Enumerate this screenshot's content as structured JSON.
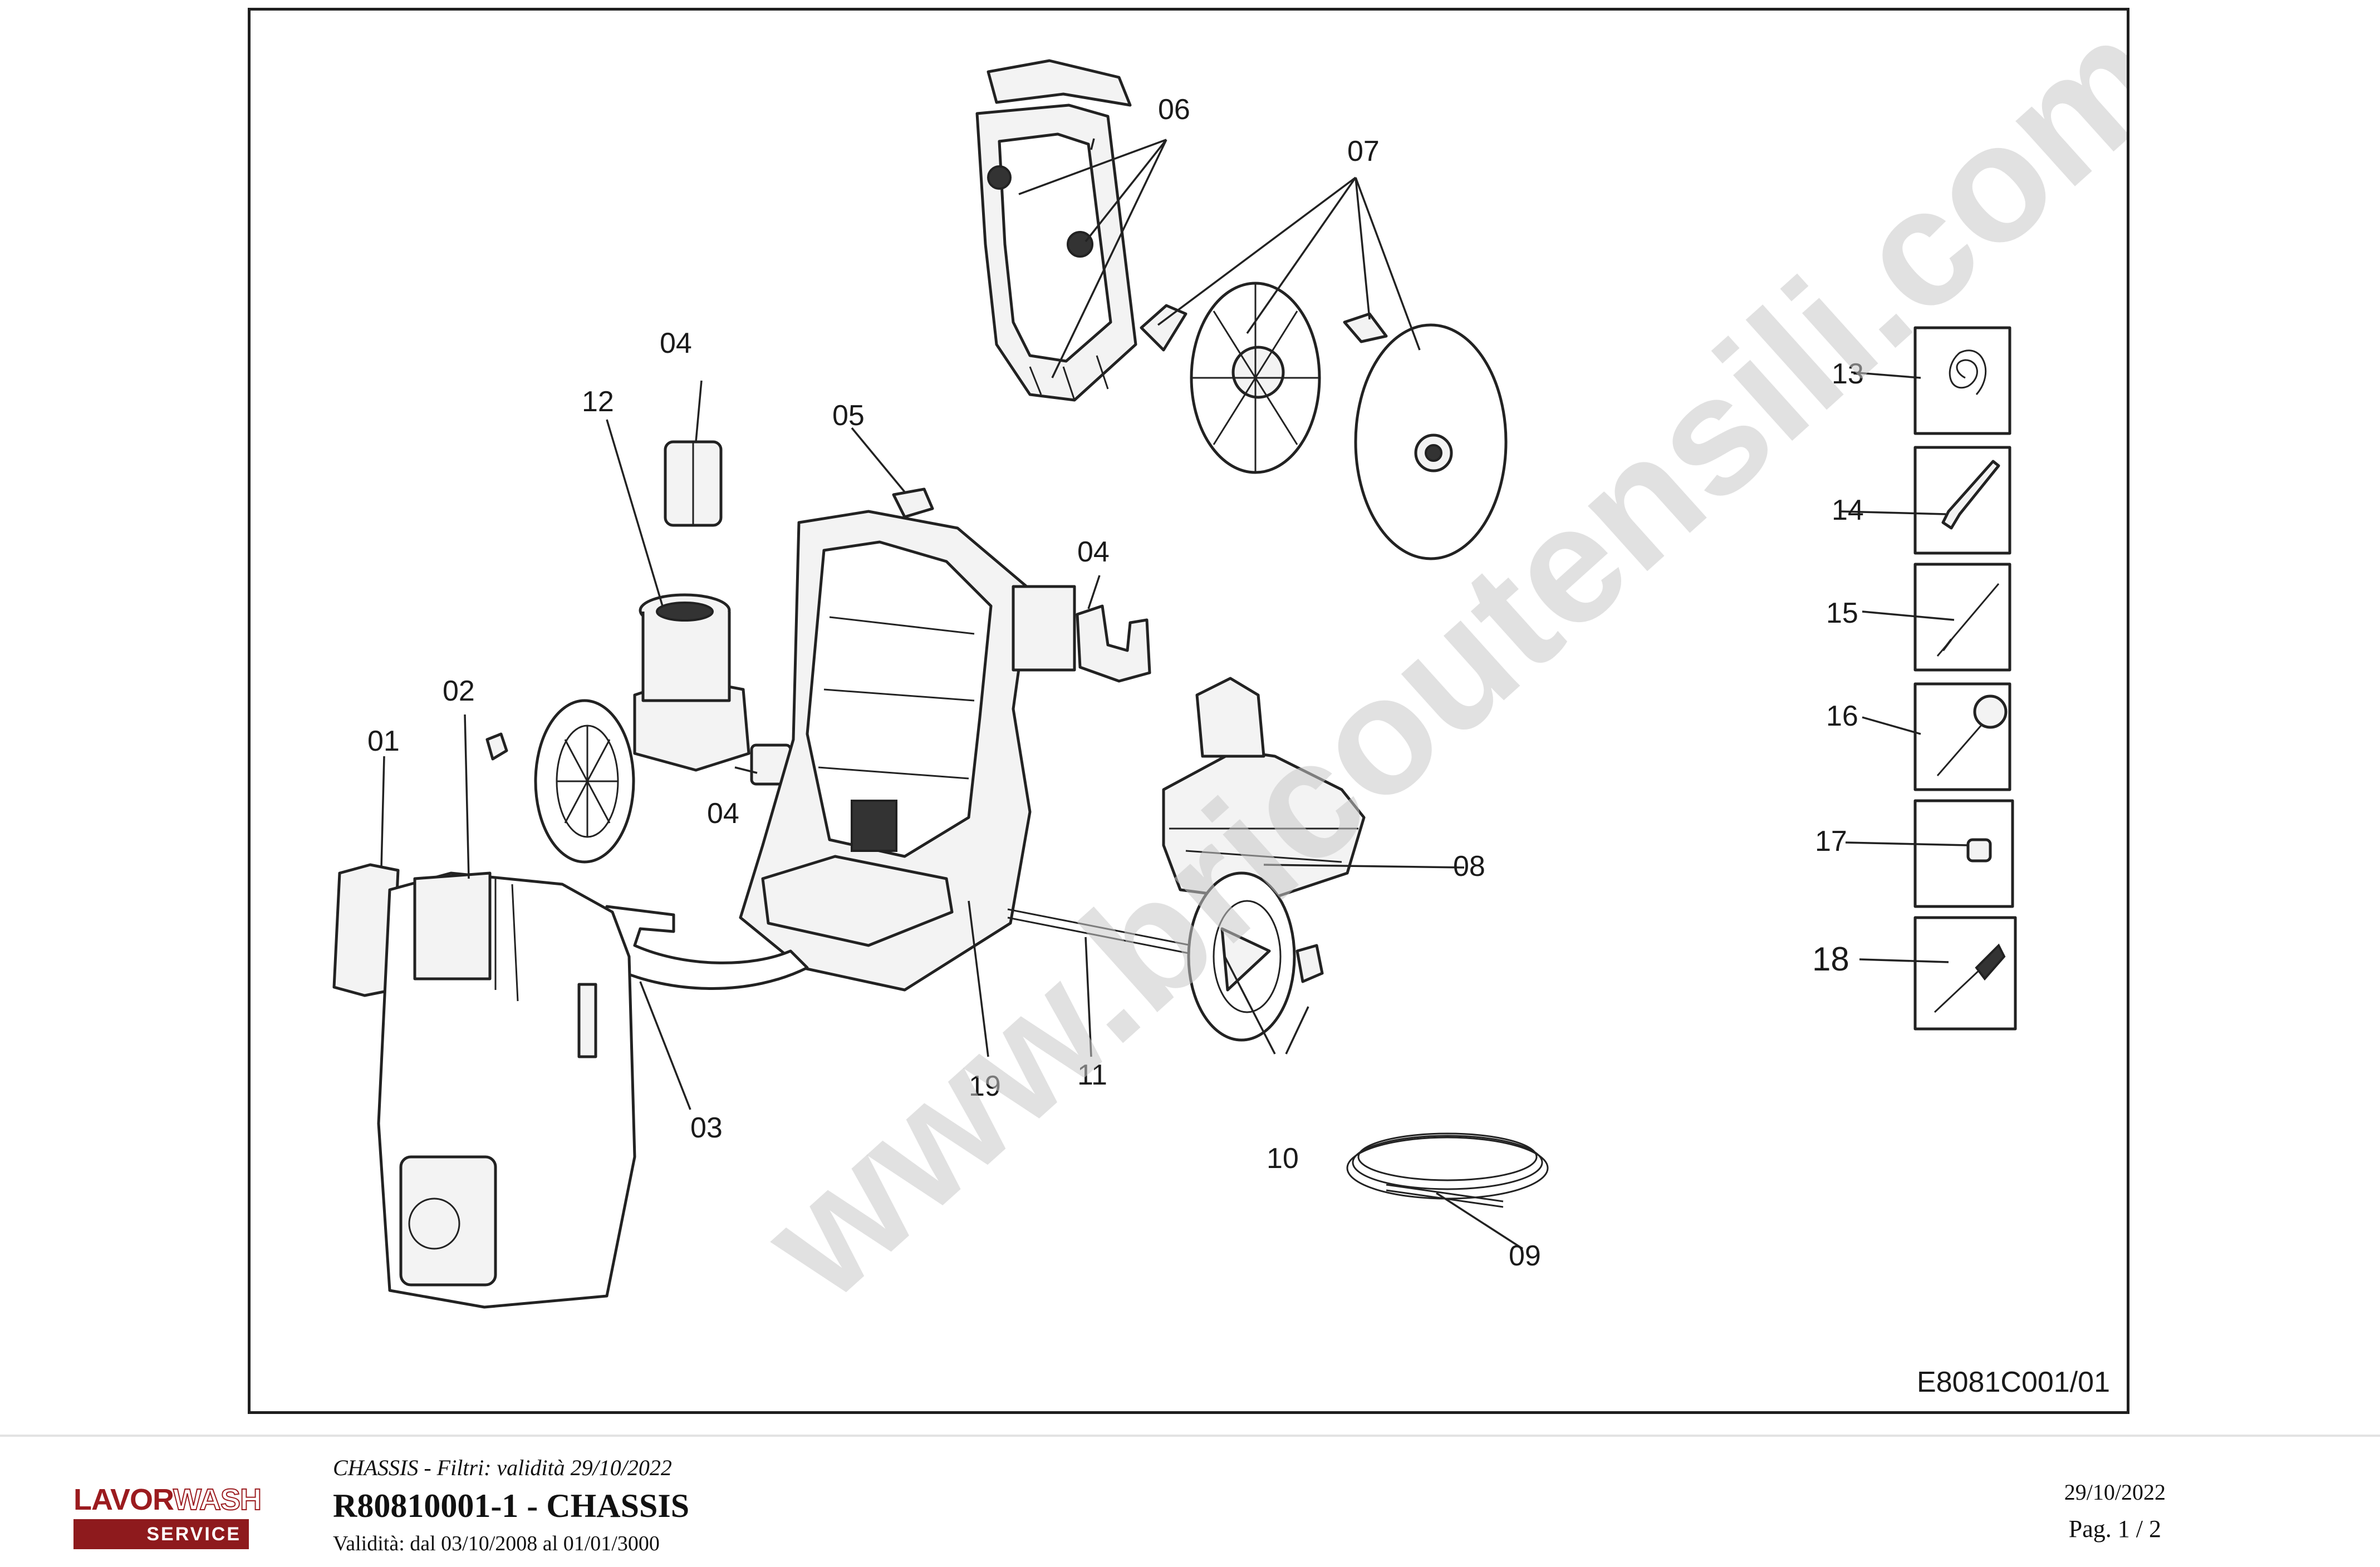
{
  "diagram": {
    "drawing_code": "E8081C001/01",
    "watermark": "www.bricoutensili.com",
    "callouts": [
      "01",
      "02",
      "03",
      "04",
      "04",
      "04",
      "05",
      "06",
      "07",
      "08",
      "09",
      "10",
      "11",
      "12",
      "13",
      "14",
      "15",
      "16",
      "17",
      "18",
      "19"
    ]
  },
  "footer": {
    "logo_primary": "LAVOR",
    "logo_secondary": "WASH",
    "logo_service": "SERVICE",
    "filter_line": "CHASSIS - Filtri: validità 29/10/2022",
    "title": "R80810001-1 - CHASSIS",
    "validity": "Validità: dal 03/10/2008 al 01/01/3000",
    "date": "29/10/2022",
    "page": "Pag. 1 / 2"
  }
}
